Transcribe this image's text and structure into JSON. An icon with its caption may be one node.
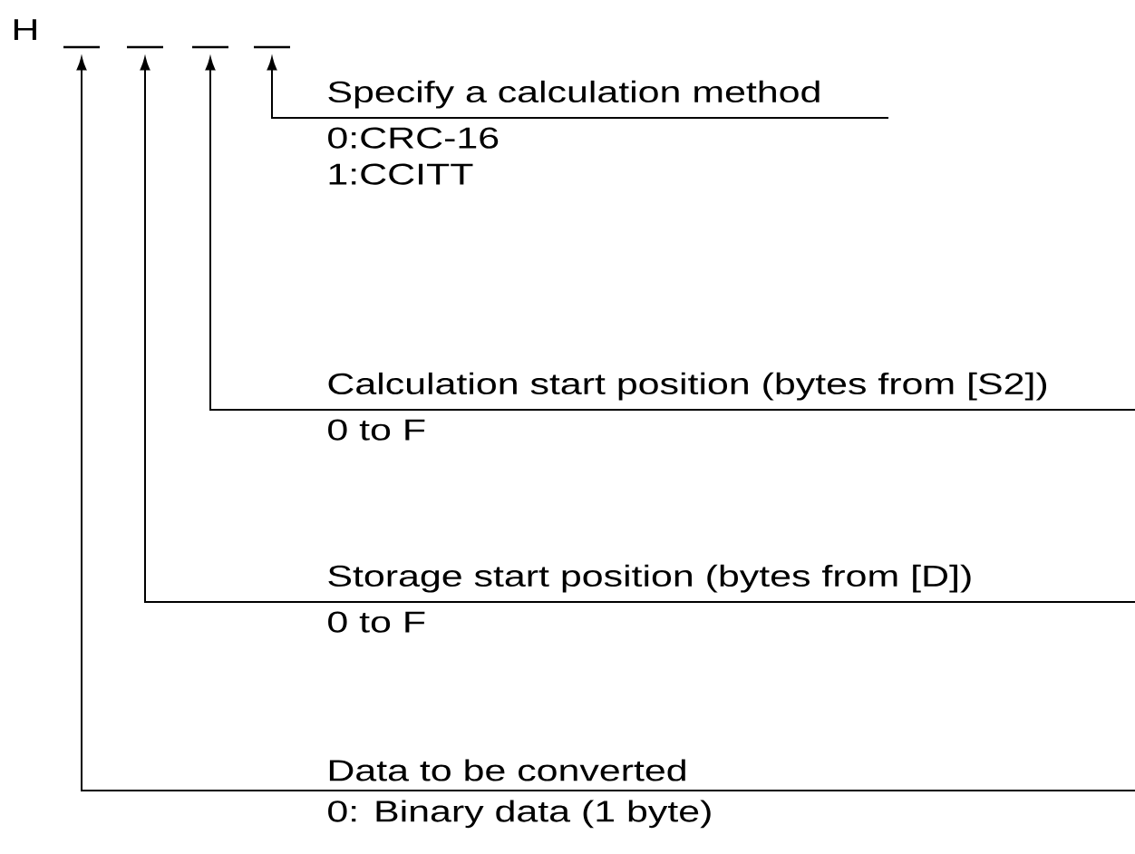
{
  "diagram": {
    "nodes": [
      {
        "text": [],
        "shape": "bar"
      },
      {
        "text": [],
        "shape": "bar"
      },
      {
        "text": [],
        "shape": "bar"
      },
      {
        "text": [],
        "shape": "bar"
      },
      {
        "text": [
          "Specify a calculation method",
          "0:CRC-16",
          "1:CCITT"
        ]
      },
      {
        "text": [
          "Calculation start position (bytes from [S2])",
          "0 to F"
        ]
      },
      {
        "text": [
          "Storage start position (bytes from [D])",
          "0 to F"
        ]
      },
      {
        "text": [
          "Data to be converted",
          "0: Binary data (1 byte)"
        ]
      }
    ],
    "edges": [
      {
        "from": 4,
        "to": 3,
        "arrow": "to"
      },
      {
        "from": 5,
        "to": 2,
        "arrow": "to"
      },
      {
        "from": 6,
        "to": 1,
        "arrow": "to"
      },
      {
        "from": 7,
        "to": 0,
        "arrow": "to"
      }
    ],
    "labels": [
      "H"
    ]
  }
}
